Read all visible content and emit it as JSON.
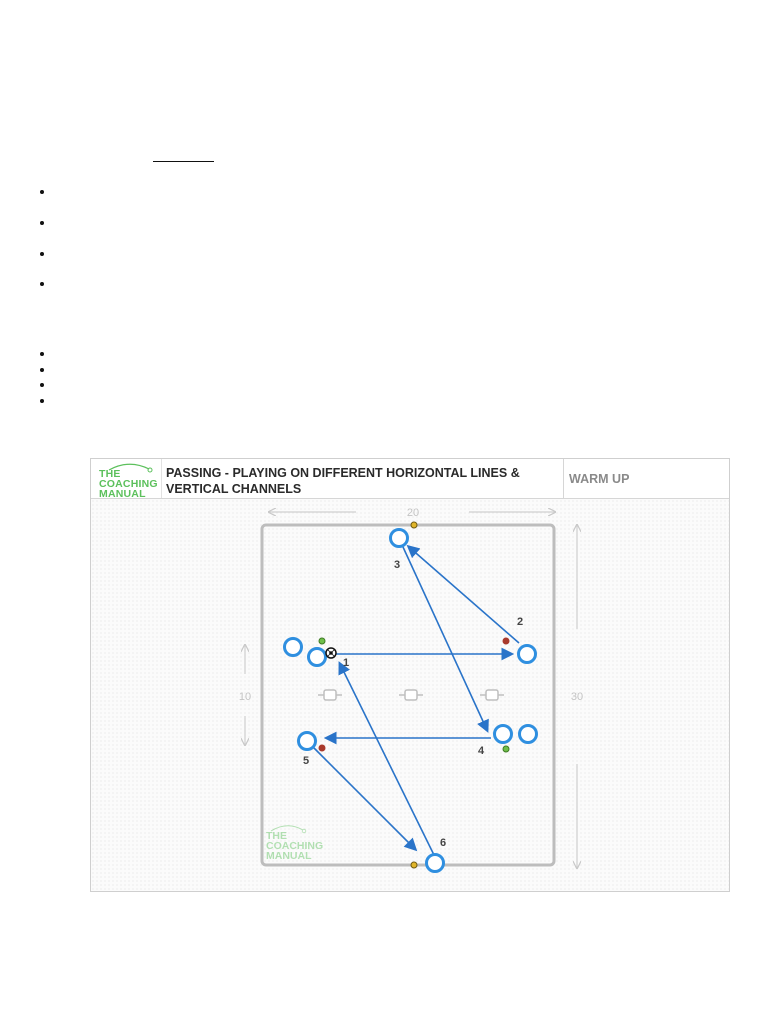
{
  "diagram": {
    "logo_text": "THE\nCOACHING\nMANUAL",
    "title": "PASSING - PLAYING ON DIFFERENT HORIZONTAL LINES & VERTICAL CHANNELS",
    "tag": "WARM UP",
    "width_label": "20",
    "length_label": "30",
    "channel_label": "10",
    "pass_numbers": [
      "1",
      "2",
      "3",
      "4",
      "5",
      "6"
    ],
    "colors": {
      "player": "#2f8fe0",
      "pass_line": "#2a74c9",
      "logo_green": "#5cc05c",
      "cone_yellow": "#e0b52a",
      "cone_red": "#a8392c",
      "cone_green": "#6fbf4a"
    }
  }
}
